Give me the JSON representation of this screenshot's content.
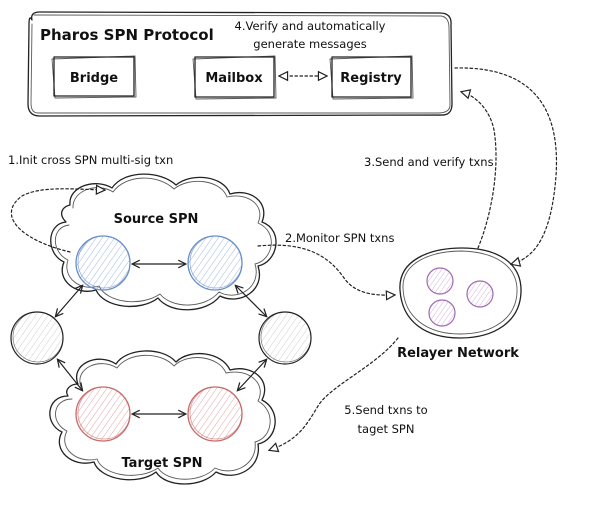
{
  "protocol": {
    "title": "Pharos SPN Protocol",
    "modules": {
      "bridge": "Bridge",
      "mailbox": "Mailbox",
      "registry": "Registry"
    }
  },
  "networks": {
    "source": "Source SPN",
    "target": "Target SPN",
    "relayer": "Relayer Network"
  },
  "steps": {
    "step1": "1.Init cross SPN multi-sig txn",
    "step2": "2.Monitor SPN txns",
    "step3": "3.Send and verify  txns",
    "step4_line1": "4.Verify and  automatically",
    "step4_line2": "generate messages",
    "step5_line1": "5.Send txns to",
    "step5_line2": "taget SPN"
  },
  "colors": {
    "source_node_stroke": "#6a8fc8",
    "source_node_fill": "#dbe7f5",
    "target_node_stroke": "#c86a6a",
    "target_node_fill": "#f5dcdc",
    "relayer_node_stroke": "#a06ab0",
    "relayer_node_fill": "#efe2f3",
    "neutral_node_fill": "#f0f0f0"
  }
}
